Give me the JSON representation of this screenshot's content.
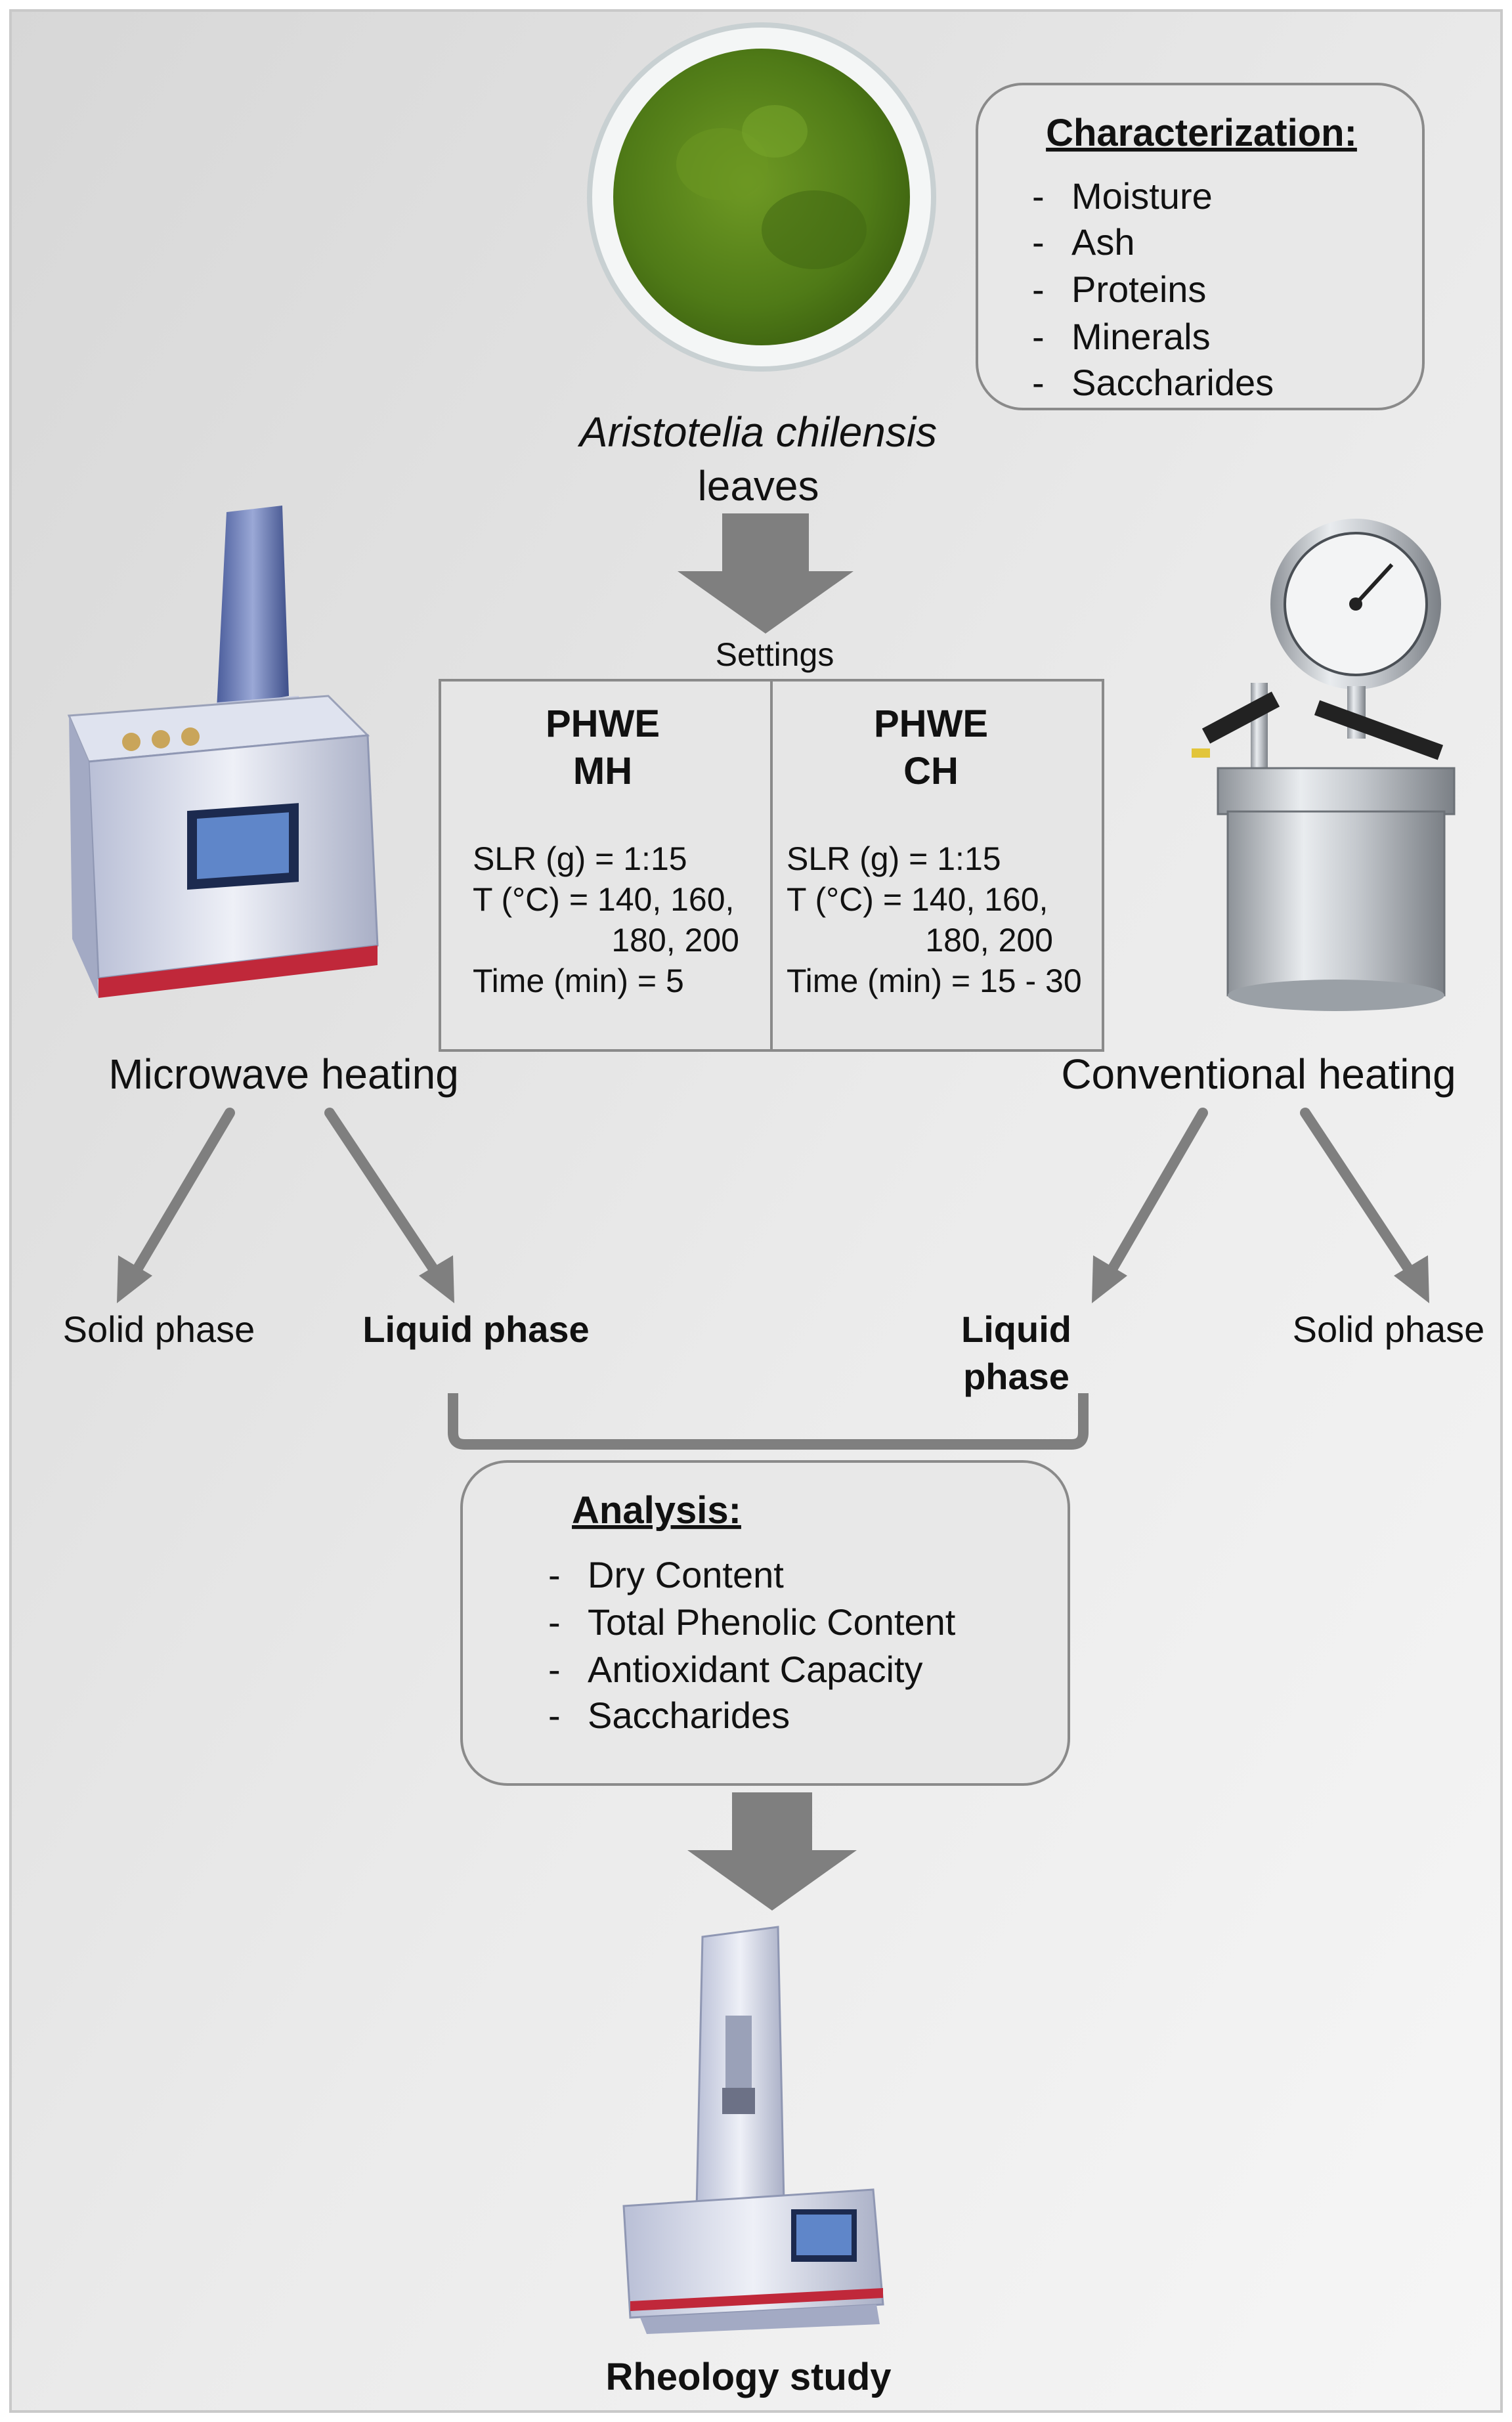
{
  "leaves": {
    "name_italic": "Aristotelia chilensis",
    "name_rest": "leaves"
  },
  "characterization": {
    "title": "Characterization:",
    "items": [
      "Moisture",
      "Ash",
      "Proteins",
      "Minerals",
      "Saccharides"
    ]
  },
  "settings": {
    "caption": "Settings",
    "mh": {
      "title_line1": "PHWE",
      "title_line2": "MH",
      "slr": "SLR (g) = 1:15",
      "temp_line1": "T (°C) = 140, 160,",
      "temp_line2": "180, 200",
      "time": "Time (min) = 5"
    },
    "ch": {
      "title_line1": "PHWE",
      "title_line2": "CH",
      "slr": "SLR (g) = 1:15",
      "temp_line1": "T (°C) = 140, 160,",
      "temp_line2": "180, 200",
      "time": "Time (min) = 15 - 30"
    }
  },
  "heating": {
    "microwave": "Microwave  heating",
    "conventional": "Conventional  heating"
  },
  "phases": {
    "left_solid": "Solid phase",
    "left_liquid": "Liquid phase",
    "right_liquid_line1": "Liquid",
    "right_liquid_line2": "phase",
    "right_solid": "Solid phase"
  },
  "analysis": {
    "title": "Analysis:",
    "items": [
      "Dry Content",
      "Total Phenolic Content",
      "Antioxidant Capacity",
      "Saccharides"
    ]
  },
  "rheology": "Rheology study",
  "colors": {
    "arrow": "#7f7f7f",
    "box_fill": "#e8e8e8",
    "box_stroke": "#8a8a8a",
    "leaf_green": "#4f7a17"
  }
}
